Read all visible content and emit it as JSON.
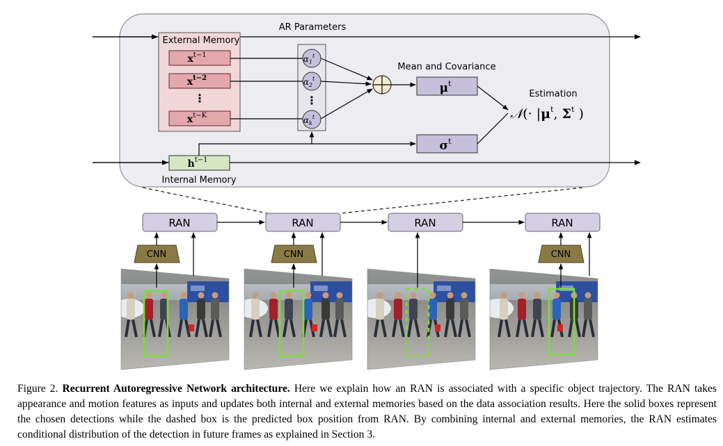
{
  "diagram": {
    "ar_parameters": "AR Parameters",
    "external_memory": "External Memory",
    "memory_slots": [
      "x^(t-1)",
      "x^(t-2)",
      "⋮",
      "x^(t-K)"
    ],
    "alphas": [
      "α1t",
      "α2t",
      "⋮",
      "αkt"
    ],
    "mean_covariance": "Mean and Covariance",
    "mu": "μt",
    "sigma": "σt",
    "estimation": "Estimation",
    "estimation_formula": "𝒩(· |μt, Σt)",
    "hidden": "ht−1",
    "internal_memory": "Internal Memory",
    "ran_label": "RAN",
    "cnn_label": "CNN"
  },
  "caption": {
    "prefix": "Figure 2. ",
    "title": "Recurrent Autoregressive Network architecture.",
    "body": " Here we explain how an RAN is associated with a specific object trajectory. The RAN takes appearance and motion features as inputs and updates both internal and external memories based on the data association results. Here the solid boxes represent the chosen detections while the dashed box is the predicted box position from RAN. By combining internal and external memories, the RAN estimates conditional distribution of the detection in future frames as explained in Section 3."
  }
}
